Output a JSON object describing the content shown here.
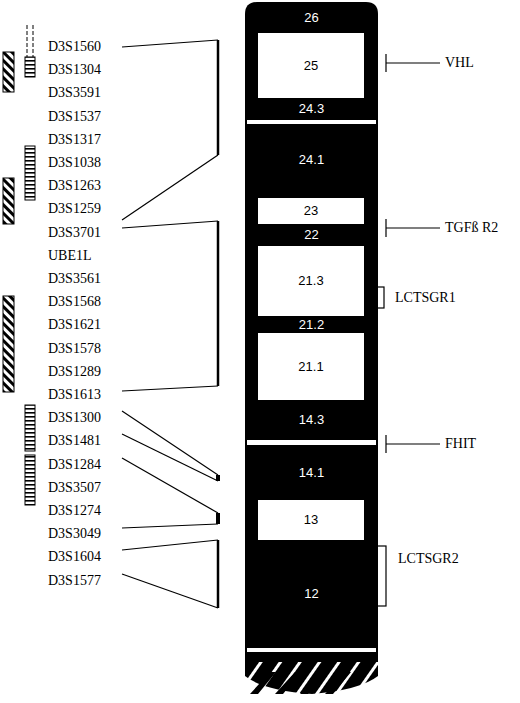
{
  "diagram": {
    "nodes": [
      {
        "text": [
          "26"
        ]
      },
      {
        "text": [
          "25"
        ]
      },
      {
        "text": [
          "24.3"
        ]
      },
      {
        "text": [
          "24.1"
        ]
      },
      {
        "text": [
          "23"
        ]
      },
      {
        "text": [
          "22"
        ]
      },
      {
        "text": [
          "21.3"
        ]
      },
      {
        "text": [
          "21.2"
        ]
      },
      {
        "text": [
          "21.1"
        ]
      },
      {
        "text": [
          "14.3"
        ]
      },
      {
        "text": [
          "14.1"
        ]
      },
      {
        "text": [
          "13"
        ]
      },
      {
        "text": [
          "12"
        ]
      }
    ],
    "labels": [
      "D3S1560",
      "D3S1304",
      "D3S3591",
      "D3S1537",
      "D3S1317",
      "D3S1038",
      "D3S1263",
      "D3S1259",
      "D3S3701",
      "UBE1L",
      "D3S3561",
      "D3S1568",
      "D3S1621",
      "D3S1578",
      "D3S1289",
      "D3S1613",
      "D3S1300",
      "D3S1481",
      "D3S1284",
      "D3S3507",
      "D3S1274",
      "D3S3049",
      "D3S1604",
      "D3S1577",
      "VHL",
      "TGFß R2",
      "LCTSGR1",
      "FHIT",
      "LCTSGR2"
    ]
  }
}
